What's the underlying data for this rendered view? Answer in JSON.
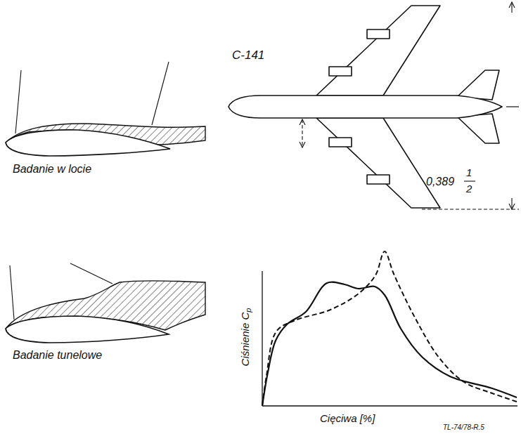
{
  "diagram": {
    "labels": [
      "C-141",
      "Badanie w locie",
      "Badanie tunelowe",
      "0,389",
      "1",
      "2",
      "Cięciwa [%]",
      "Ciśnienie C",
      "p",
      "TL-74/78-R.5"
    ]
  }
}
